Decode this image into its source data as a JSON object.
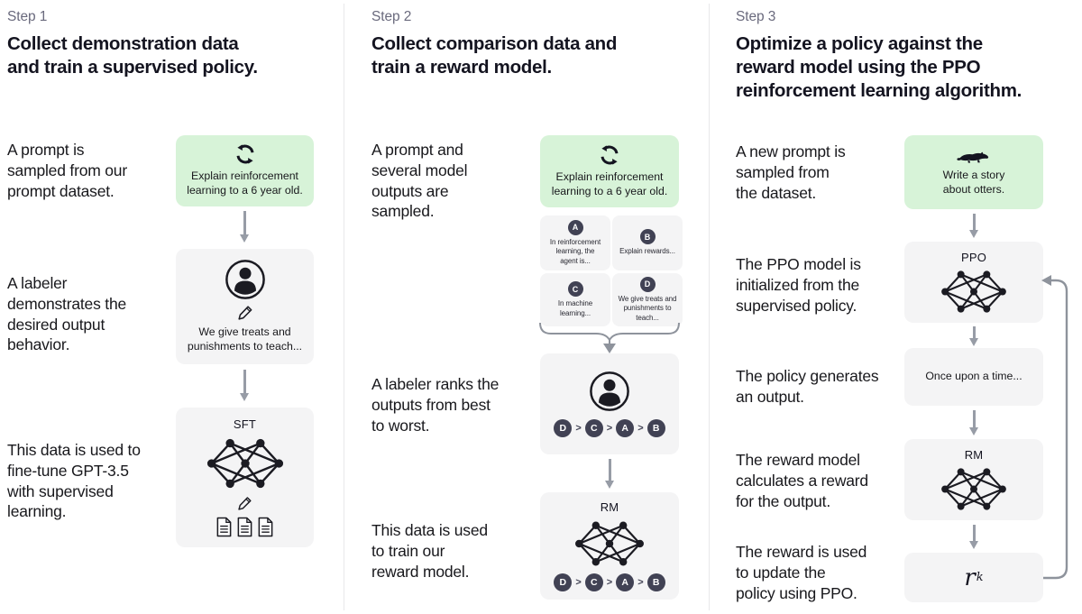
{
  "colors": {
    "background": "#ffffff",
    "green_box": "#d7f3d8",
    "gray_box": "#f4f4f5",
    "badge": "#414254",
    "arrow": "#979ca6",
    "connector": "#8e939c",
    "text": "#141420",
    "step_label": "#6a6a7d",
    "divider": "#e8e8ea"
  },
  "step1": {
    "label": "Step 1",
    "title": "Collect demonstration data\nand train a supervised policy.",
    "captions": {
      "prompt_sampled": "A prompt is\nsampled from our\nprompt dataset.",
      "labeler_demonstrates": "A labeler\ndemonstrates the\ndesired output\nbehavior.",
      "data_finetune": "This data is used to\nfine-tune GPT-3.5\nwith supervised\nlearning."
    },
    "prompt_box": "Explain reinforcement\nlearning to a 6 year old.",
    "labeler_box": "We give treats and\npunishments to teach...",
    "model_label": "SFT"
  },
  "step2": {
    "label": "Step 2",
    "title": "Collect comparison data and\ntrain a reward model.",
    "captions": {
      "prompt_outputs": "A prompt and\nseveral model\noutputs are\nsampled.",
      "labeler_ranks": "A labeler ranks the\noutputs from best\nto worst.",
      "data_reward": "This data is used\nto train our\nreward model."
    },
    "prompt_box": "Explain reinforcement\nlearning to a 6 year old.",
    "outputs": {
      "a": {
        "badge": "A",
        "text": "In reinforcement\nlearning, the\nagent is..."
      },
      "b": {
        "badge": "B",
        "text": "Explain rewards..."
      },
      "c": {
        "badge": "C",
        "text": "In machine\nlearning..."
      },
      "d": {
        "badge": "D",
        "text": "We give treats and\npunishments to\nteach..."
      }
    },
    "ranking": {
      "r1": "D",
      "r2": "C",
      "r3": "A",
      "r4": "B",
      "sep": ">"
    },
    "model_label": "RM"
  },
  "step3": {
    "label": "Step 3",
    "title": "Optimize a policy against the\nreward model using the PPO\nreinforcement learning algorithm.",
    "captions": {
      "new_prompt": "A new prompt is\nsampled from\nthe dataset.",
      "ppo_init": "The PPO model is\ninitialized from the\nsupervised policy.",
      "policy_output": "The policy generates\nan output.",
      "rm_reward": "The reward model\ncalculates a reward\nfor the output.",
      "reward_update": "The reward is used\nto update the\npolicy using PPO."
    },
    "prompt_box": "Write a story\nabout otters.",
    "ppo_label": "PPO",
    "output_box": "Once upon a time...",
    "rm_label": "RM",
    "reward": {
      "base": "r",
      "sub": "k"
    }
  }
}
